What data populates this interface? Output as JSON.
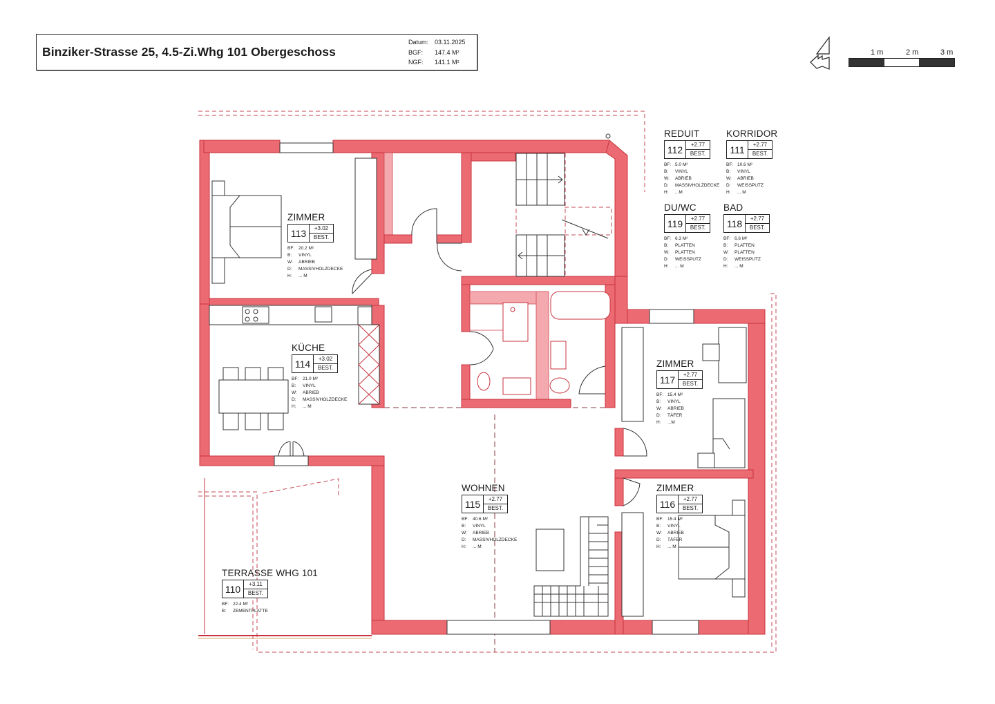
{
  "header": {
    "title": "Binziker-Strasse 25, 4.5-Zi.Whg 101 Obergeschoss",
    "meta": [
      {
        "key": "Datum:",
        "value": "03.11.2025"
      },
      {
        "key": "BGF:",
        "value": "147.4 M²"
      },
      {
        "key": "NGF:",
        "value": "141.1 M²"
      }
    ]
  },
  "scale_bar": {
    "labels": [
      "1 m",
      "2 m",
      "3 m"
    ],
    "segments": [
      "#333333",
      "#ffffff",
      "#333333"
    ]
  },
  "colors": {
    "wall_fill": "#ec6b73",
    "wall_light": "#f4a9ae",
    "wall_stroke": "#c8323d",
    "dashed_outline": "#c44a54"
  },
  "rooms": [
    {
      "id": "112",
      "name": "REDUIT",
      "level": "+2.77",
      "status": "BEST.",
      "attrs": [
        [
          "BF:",
          "5.0 M²"
        ],
        [
          "B:",
          "VINYL"
        ],
        [
          "W:",
          "ABRIEB"
        ],
        [
          "D:",
          "MASSIVHOLZDECKE"
        ],
        [
          "H:",
          "...M"
        ]
      ]
    },
    {
      "id": "111",
      "name": "KORRIDOR",
      "level": "+2.77",
      "status": "BEST.",
      "attrs": [
        [
          "BF:",
          "10.6 M²"
        ],
        [
          "B:",
          "VINYL"
        ],
        [
          "W:",
          "ABRIEB"
        ],
        [
          "D:",
          "WEISSPUTZ"
        ],
        [
          "H:",
          "... M"
        ]
      ]
    },
    {
      "id": "119",
      "name": "DU/WC",
      "level": "+2.77",
      "status": "BEST.",
      "attrs": [
        [
          "BF:",
          "6.3 M²"
        ],
        [
          "B:",
          "PLATTEN"
        ],
        [
          "W:",
          "PLATTEN"
        ],
        [
          "D:",
          "WEISSPUTZ"
        ],
        [
          "H:",
          "... M"
        ]
      ]
    },
    {
      "id": "118",
      "name": "BAD",
      "level": "+2.77",
      "status": "BEST.",
      "attrs": [
        [
          "BF:",
          "6.6 M²"
        ],
        [
          "B:",
          "PLATTEN"
        ],
        [
          "W:",
          "PLATTEN"
        ],
        [
          "D:",
          "WEISSPUTZ"
        ],
        [
          "H:",
          "... M"
        ]
      ]
    },
    {
      "id": "113",
      "name": "ZIMMER",
      "level": "+3.02",
      "status": "BEST.",
      "attrs": [
        [
          "BF:",
          "20.2 M²"
        ],
        [
          "B:",
          "VINYL"
        ],
        [
          "W:",
          "ABRIEB"
        ],
        [
          "D:",
          "MASSIVHOLZDECKE"
        ],
        [
          "H:",
          "... M"
        ]
      ]
    },
    {
      "id": "114",
      "name": "KÜCHE",
      "level": "+3.02",
      "status": "BEST.",
      "attrs": [
        [
          "BF:",
          "21.0 M²"
        ],
        [
          "B:",
          "VINYL"
        ],
        [
          "W:",
          "ABRIEB"
        ],
        [
          "D:",
          "MASSIVHOLZDECKE"
        ],
        [
          "H:",
          "... M"
        ]
      ]
    },
    {
      "id": "117",
      "name": "ZIMMER",
      "level": "+2.77",
      "status": "BEST.",
      "attrs": [
        [
          "BF:",
          "15.4 M²"
        ],
        [
          "B:",
          "VINYL"
        ],
        [
          "W:",
          "ABRIEB"
        ],
        [
          "D:",
          "TÄFER"
        ],
        [
          "H:",
          "...M"
        ]
      ]
    },
    {
      "id": "115",
      "name": "WOHNEN",
      "level": "+2.77",
      "status": "BEST.",
      "attrs": [
        [
          "BF:",
          "40.6 M²"
        ],
        [
          "B:",
          "VINYL"
        ],
        [
          "W:",
          "ABRIEB"
        ],
        [
          "D:",
          "MASSIVHOLZDECKE"
        ],
        [
          "H:",
          "... M"
        ]
      ]
    },
    {
      "id": "116",
      "name": "ZIMMER",
      "level": "+2.77",
      "status": "BEST.",
      "attrs": [
        [
          "BF:",
          "15.4 M²"
        ],
        [
          "B:",
          "VINYL"
        ],
        [
          "W:",
          "ABRIEB"
        ],
        [
          "D:",
          "TÄFER"
        ],
        [
          "H:",
          "... M"
        ]
      ]
    },
    {
      "id": "110",
      "name": "TERRASSE WHG 101",
      "level": "+3.11",
      "status": "BEST.",
      "attrs": [
        [
          "BF:",
          "22.4 M²"
        ],
        [
          "B:",
          "ZEMENTPLATTE"
        ]
      ]
    }
  ],
  "icons": {
    "north_arrow": "north-arrow-icon"
  }
}
